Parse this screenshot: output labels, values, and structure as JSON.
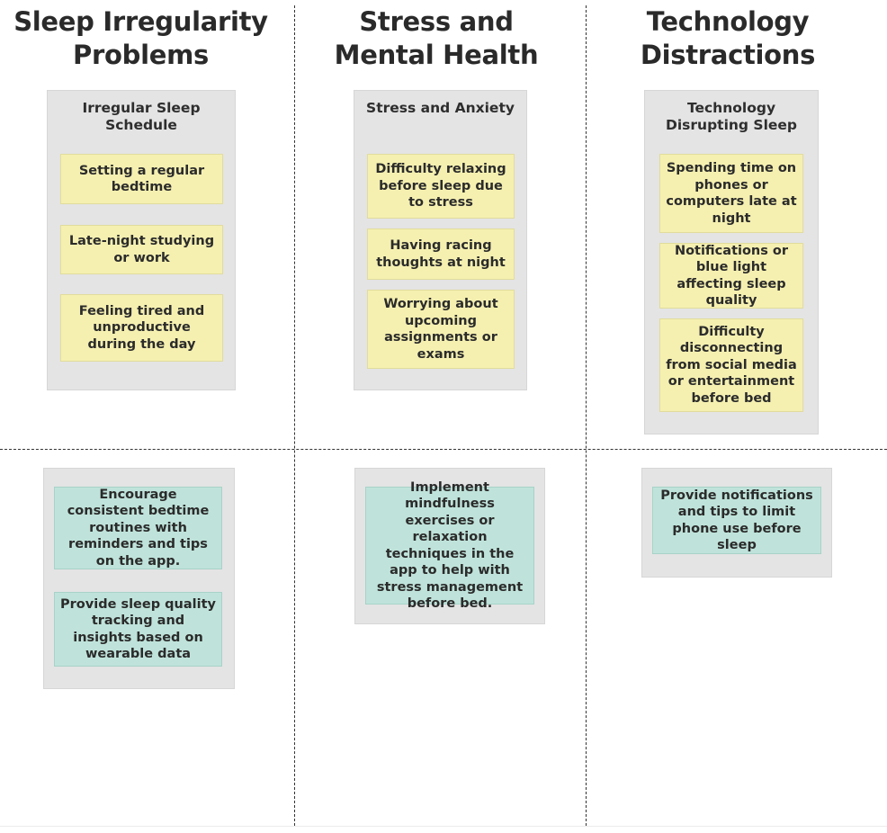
{
  "columns": [
    {
      "title_line1": "Sleep Irregularity",
      "title_line2": "Problems",
      "problem_panel": {
        "title": "Irregular Sleep Schedule",
        "notes": [
          "Setting a regular bedtime",
          "Late-night studying or work",
          "Feeling tired and unproductive during the day"
        ]
      },
      "solution_notes": [
        "Encourage consistent bedtime routines with reminders and tips on the app.",
        "Provide sleep quality tracking and insights based on wearable data"
      ]
    },
    {
      "title_line1": "Stress and",
      "title_line2": "Mental Health",
      "problem_panel": {
        "title": "Stress and Anxiety",
        "notes": [
          "Difficulty relaxing before sleep due to stress",
          "Having racing thoughts at night",
          "Worrying about upcoming assignments or exams"
        ]
      },
      "solution_notes": [
        "Implement mindfulness exercises or relaxation techniques in the app to help with stress management before bed."
      ]
    },
    {
      "title_line1": "Technology",
      "title_line2": "Distractions",
      "problem_panel": {
        "title": "Technology Disrupting Sleep",
        "notes": [
          "Spending time on phones or computers late at night",
          "Notifications or blue light affecting sleep quality",
          "Difficulty disconnecting from social media or entertainment before bed"
        ]
      },
      "solution_notes": [
        "Provide notifications and tips to limit phone use before sleep"
      ]
    }
  ],
  "colors": {
    "problem_note": "#f5f0b0",
    "solution_note": "#bfe3da",
    "panel": "#e4e4e4",
    "divider": "#333333"
  }
}
